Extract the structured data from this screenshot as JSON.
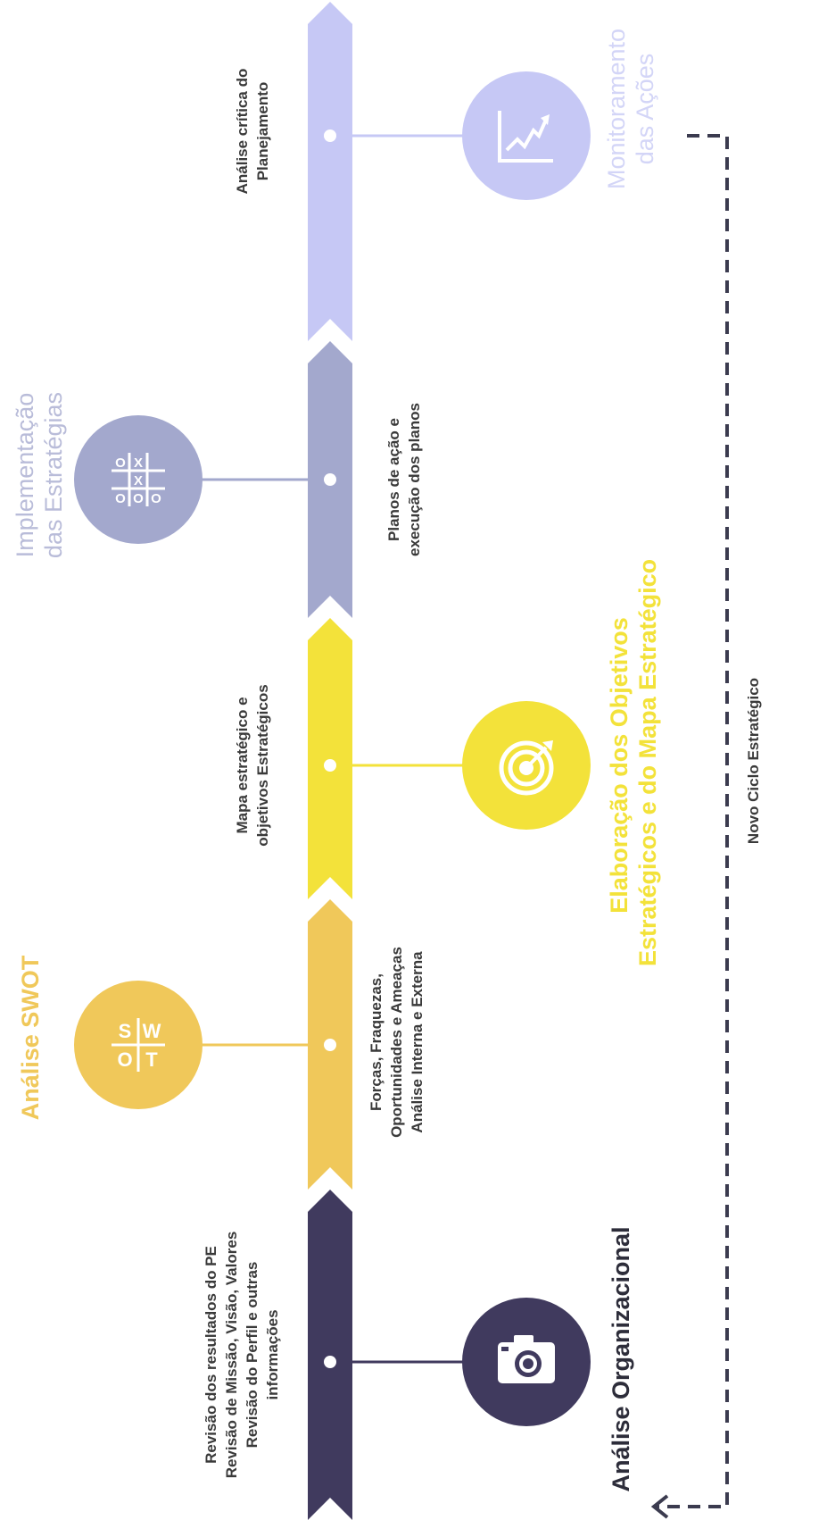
{
  "steps": [
    {
      "id": "analise-organizacional",
      "title": "Análise Organizacional",
      "color": "#403a5e",
      "icon": "camera-icon",
      "lines": [
        "Revisão dos resultados do PE",
        "Revisão de Missão, Visão, Valores",
        "Revisão do Perfil e outras",
        "informações"
      ]
    },
    {
      "id": "analise-swot",
      "title": "Análise SWOT",
      "color": "#f0c85a",
      "icon": "swot-icon",
      "icon_letters": [
        "S",
        "W",
        "O",
        "T"
      ],
      "lines": [
        "Forças, Fraquezas,",
        "Oportunidades e Ameaças",
        "Análise Interna e Externa"
      ]
    },
    {
      "id": "elaboracao-objetivos",
      "title_lines": [
        "Elaboração dos Objetivos",
        "Estratégicos e do Mapa Estratégico"
      ],
      "color": "#f3e23a",
      "icon": "target-icon",
      "lines": [
        "Mapa estratégico e",
        "objetivos Estratégicos"
      ]
    },
    {
      "id": "implementacao-estrategias",
      "title_lines": [
        "Implementação",
        "das Estratégias"
      ],
      "color": "#a3a8cd",
      "icon": "tic-tac-toe-icon",
      "icon_letters": [
        "O",
        "X",
        "O",
        "X",
        "O",
        "O"
      ],
      "lines": [
        "Planos de ação e",
        "execução dos planos"
      ]
    },
    {
      "id": "monitoramento-acoes",
      "title_lines": [
        "Monitoramento",
        "das Ações"
      ],
      "color": "#c6c8f5",
      "icon": "trend-chart-icon",
      "lines": [
        "Análise crítica do",
        "Planejamento"
      ]
    }
  ],
  "cycle": {
    "label": "Novo Ciclo Estratégico",
    "color": "#3b3b4f"
  }
}
